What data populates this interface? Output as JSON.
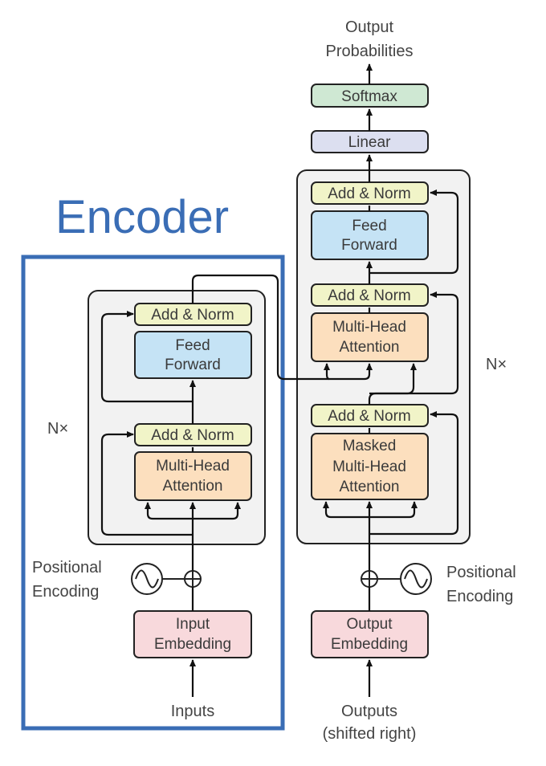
{
  "encoder_title": "Encoder",
  "output_label": [
    "Output",
    "Probabilities"
  ],
  "softmax": "Softmax",
  "linear": "Linear",
  "add_norm": "Add & Norm",
  "feed_forward": [
    "Feed",
    "Forward"
  ],
  "multi_head_attention": [
    "Multi-Head",
    "Attention"
  ],
  "masked_multi_head_attention": [
    "Masked",
    "Multi-Head",
    "Attention"
  ],
  "nx": "N×",
  "positional_encoding": [
    "Positional",
    "Encoding"
  ],
  "input_embedding": [
    "Input",
    "Embedding"
  ],
  "output_embedding": [
    "Output",
    "Embedding"
  ],
  "inputs": "Inputs",
  "outputs": [
    "Outputs",
    "(shifted right)"
  ],
  "colors": {
    "encoder_frame": "#3a6db5",
    "add_norm": "#f1f4c8",
    "feed_forward": "#c5e3f5",
    "attention": "#fcdfbe",
    "embedding": "#f8d9dc",
    "softmax": "#cfe8d3",
    "linear": "#dcdff0",
    "stack_bg": "#f2f2f2"
  }
}
